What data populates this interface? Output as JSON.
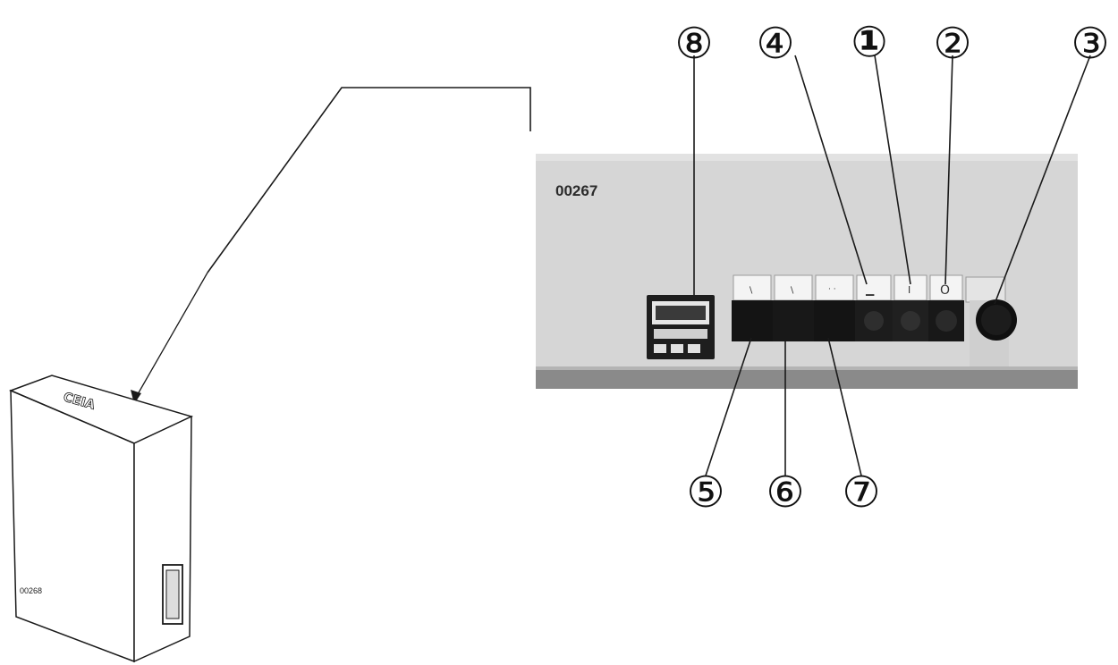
{
  "photo": {
    "code": "00267",
    "key_cap_symbols": [
      "∖",
      "∖",
      "· ·",
      "▁",
      "I",
      "O"
    ]
  },
  "device": {
    "code": "00268",
    "top_lettering": "CEIA"
  },
  "callouts": [
    {
      "id": "8",
      "label": "⑧"
    },
    {
      "id": "4",
      "label": "④"
    },
    {
      "id": "1",
      "label": "①"
    },
    {
      "id": "2",
      "label": "②"
    },
    {
      "id": "3",
      "label": "③"
    },
    {
      "id": "5",
      "label": "⑤"
    },
    {
      "id": "6",
      "label": "⑥"
    },
    {
      "id": "7",
      "label": "⑦"
    }
  ],
  "colors": {
    "panel": "#d6d6d6",
    "panel_shadow": "#8a8a8a",
    "button_black": "#141414",
    "line": "#1a1a1a"
  }
}
